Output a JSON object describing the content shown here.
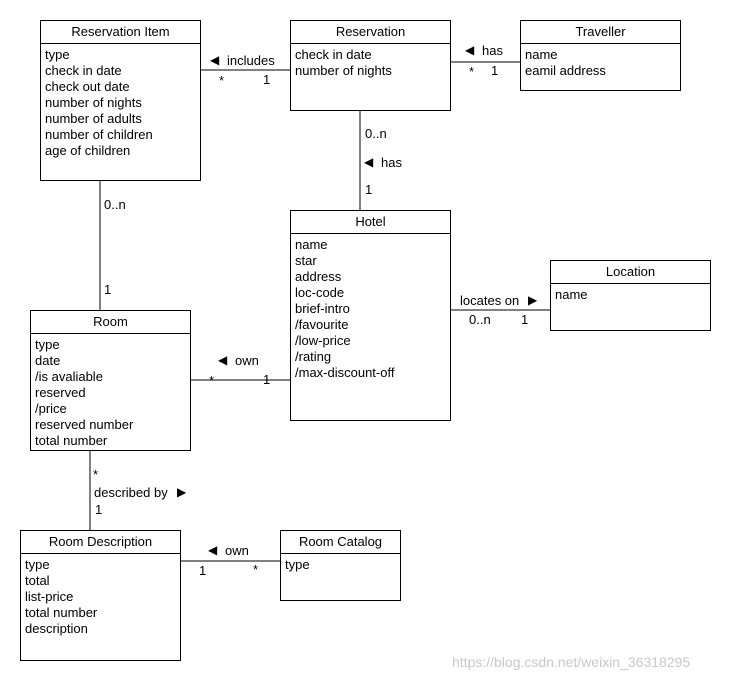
{
  "classes": {
    "reservation_item": {
      "title": "Reservation Item",
      "attributes": [
        "type",
        "check in date",
        "check out date",
        "number of nights",
        "number of adults",
        "number of children",
        "age of children"
      ]
    },
    "reservation": {
      "title": "Reservation",
      "attributes": [
        "check in date",
        "number of nights"
      ]
    },
    "traveller": {
      "title": "Traveller",
      "attributes": [
        "name",
        "eamil address"
      ]
    },
    "hotel": {
      "title": "Hotel",
      "attributes": [
        "name",
        "star",
        "address",
        "loc-code",
        "brief-intro",
        "/favourite",
        "/low-price",
        "/rating",
        "/max-discount-off"
      ]
    },
    "location": {
      "title": "Location",
      "attributes": [
        "name"
      ]
    },
    "room": {
      "title": "Room",
      "attributes": [
        "type",
        "date",
        "/is avaliable",
        "reserved",
        "/price",
        "reserved number",
        "total number"
      ]
    },
    "room_description": {
      "title": "Room Description",
      "attributes": [
        "type",
        "total",
        "list-price",
        "total number",
        "description"
      ]
    },
    "room_catalog": {
      "title": "Room Catalog",
      "attributes": [
        "type"
      ]
    }
  },
  "associations": {
    "includes": {
      "label": "includes",
      "arrow": "◀",
      "mult_a": "*",
      "mult_b": "1"
    },
    "has_traveller": {
      "label": "has",
      "arrow": "◀",
      "mult_a": "*",
      "mult_b": "1"
    },
    "has_hotel": {
      "label": "has",
      "arrow": "◀",
      "mult_a": "0..n",
      "mult_b": "1"
    },
    "item_room": {
      "mult_a": "0..n",
      "mult_b": "1"
    },
    "locates_on": {
      "label": "locates on",
      "arrow": "▶",
      "mult_a": "0..n",
      "mult_b": "1"
    },
    "own_room": {
      "label": "own",
      "arrow": "◀",
      "mult_a": "*",
      "mult_b": "1"
    },
    "described_by": {
      "label": "described by",
      "arrow": "▶",
      "mult_a": "*",
      "mult_b": "1"
    },
    "own_catalog": {
      "label": "own",
      "arrow": "◀",
      "mult_a": "1",
      "mult_b": "*"
    }
  },
  "watermark": "https://blog.csdn.net/weixin_36318295"
}
